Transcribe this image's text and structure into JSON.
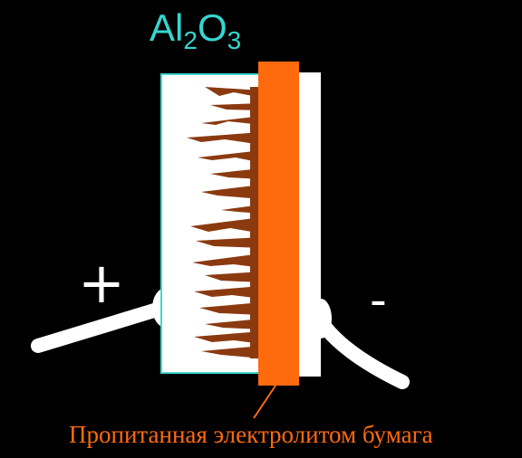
{
  "formula": {
    "base1": "Al",
    "sub1": "2",
    "base2": "O",
    "sub2": "3"
  },
  "terminals": {
    "positive": "+",
    "negative": "-"
  },
  "caption": "Пропитанная электролитом бумага",
  "colors": {
    "background": "#000000",
    "oxide_fill": "#ffffff",
    "oxide_outline": "#3fd7cf",
    "formula_text": "#35d6d0",
    "pores": "#8b3a10",
    "paper": "#ff6a0d",
    "electrode": "#ffffff",
    "caption_text": "#ff6a0d",
    "leads": "#ffffff"
  }
}
